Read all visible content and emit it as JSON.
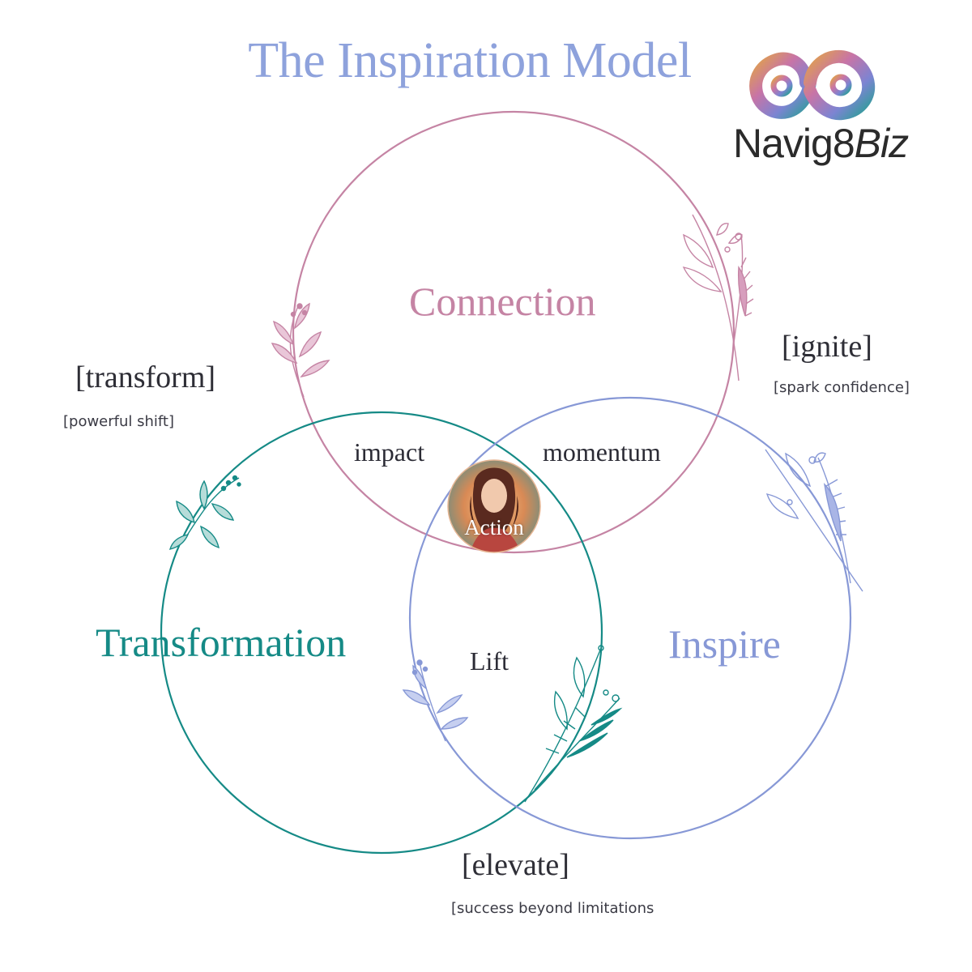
{
  "title": "The Inspiration Model",
  "brand": {
    "name_main": "Navig8",
    "name_italic": "Biz"
  },
  "circles": {
    "connection": {
      "label": "Connection",
      "color": "#c584a4"
    },
    "transformation": {
      "label": "Transformation",
      "color": "#158a86"
    },
    "inspire": {
      "label": "Inspire",
      "color": "#8798d6"
    }
  },
  "overlaps": {
    "connection_transformation": "impact",
    "connection_inspire": "momentum",
    "transformation_inspire": "Lift",
    "center": "Action"
  },
  "keywords": {
    "transform": {
      "word": "[transform]",
      "caption": "[powerful shift]"
    },
    "ignite": {
      "word": "[ignite]",
      "caption": "[spark confidence]"
    },
    "elevate": {
      "word": "[elevate]",
      "caption": "[success beyond limitations"
    }
  },
  "decorations": {
    "logo_icon": "infinity-rings-icon",
    "sprigs": [
      "leaf-sprig-icon",
      "leaf-sprig-icon",
      "leaf-sprig-icon",
      "leaf-sprig-icon",
      "leaf-sprig-icon",
      "leaf-sprig-icon"
    ],
    "portrait": "woman-portrait-watercolor"
  }
}
